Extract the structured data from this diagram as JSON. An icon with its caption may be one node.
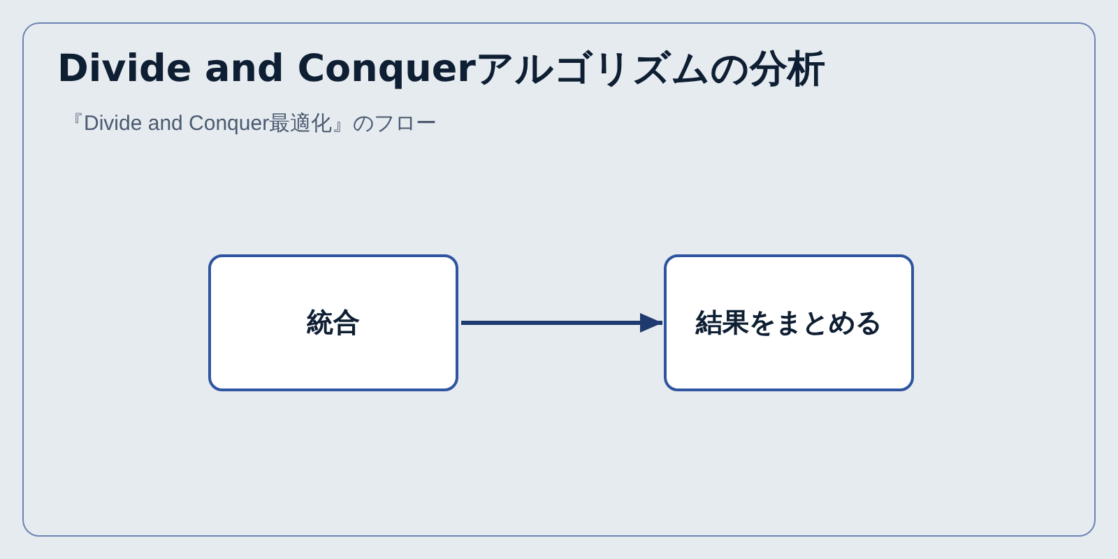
{
  "diagram": {
    "nodes": [
      {
        "text": [
          "Divide and Conquerアルゴリズムの分析",
          "『Divide and Conquer最適化』のフロー"
        ]
      },
      {
        "text": [
          "統合"
        ],
        "in": 0
      },
      {
        "text": [
          "結果をまとめる"
        ],
        "in": 0
      }
    ],
    "edges": [
      {
        "from": 1,
        "to": 2,
        "arrow": "to"
      }
    ]
  }
}
